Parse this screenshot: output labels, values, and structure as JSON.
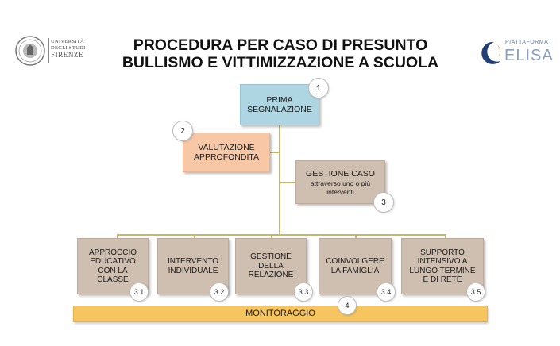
{
  "header": {
    "title_line1": "PROCEDURA PER CASO DI PRESUNTO",
    "title_line2": "BULLISMO E VITTIMIZZAZIONE A SCUOLA",
    "left_logo": {
      "line1": "UNIVERSITÀ",
      "line2": "DEGLI STUDI",
      "line3": "FIRENZE"
    },
    "right_logo": {
      "small": "PIATTAFORMA",
      "big": "ELISA"
    }
  },
  "nodes": {
    "prima": {
      "line1": "PRIMA",
      "line2": "SEGNALAZIONE",
      "badge": "1"
    },
    "valutazione": {
      "line1": "VALUTAZIONE",
      "line2": "APPROFONDITA",
      "badge": "2"
    },
    "gestione": {
      "title": "GESTIONE CASO",
      "sub1": "attraverso uno o più",
      "sub2": "interventi",
      "badge": "3"
    },
    "interventions": [
      {
        "lines": [
          "APPROCCIO",
          "EDUCATIVO",
          "CON LA",
          "CLASSE"
        ],
        "badge": "3.1"
      },
      {
        "lines": [
          "INTERVENTO",
          "INDIVIDUALE"
        ],
        "badge": "3.2"
      },
      {
        "lines": [
          "GESTIONE",
          "DELLA",
          "RELAZIONE"
        ],
        "badge": "3.3"
      },
      {
        "lines": [
          "COINVOLGERE",
          "LA FAMIGLIA"
        ],
        "badge": "3.4"
      },
      {
        "lines": [
          "SUPPORTO",
          "INTENSIVO A",
          "LUNGO TERMINE",
          "E DI RETE"
        ],
        "badge": "3.5"
      }
    ],
    "monitoraggio": {
      "label": "MONITORAGGIO",
      "badge": "4"
    }
  },
  "colors": {
    "blue": "#aed6e2",
    "orange": "#f8c8a6",
    "tan": "#cfbfb1",
    "yellow": "#f7c560",
    "connector": "#c8b76b"
  }
}
